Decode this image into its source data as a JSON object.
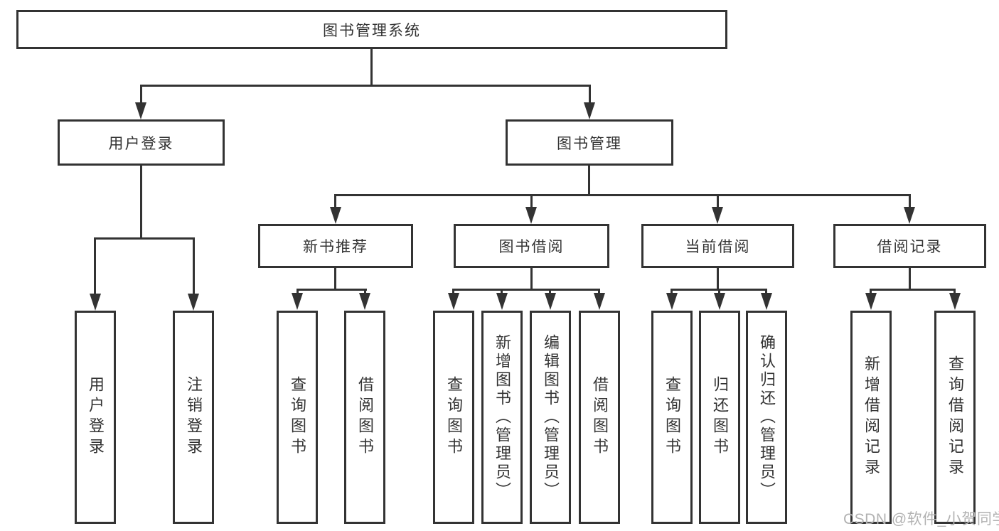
{
  "diagram": {
    "title": "图书管理系统",
    "root": {
      "label": "图书管理系统"
    },
    "level2": [
      {
        "label": "用户登录"
      },
      {
        "label": "图书管理"
      }
    ],
    "level3": [
      {
        "label": "新书推荐"
      },
      {
        "label": "图书借阅"
      },
      {
        "label": "当前借阅"
      },
      {
        "label": "借阅记录"
      }
    ],
    "leaves": [
      {
        "label": "用户登录",
        "parent": "用户登录"
      },
      {
        "label": "注销登录",
        "parent": "用户登录"
      },
      {
        "label": "查询图书",
        "parent": "新书推荐"
      },
      {
        "label": "借阅图书",
        "parent": "新书推荐"
      },
      {
        "label": "查询图书",
        "parent": "图书借阅"
      },
      {
        "label": "新增图书（管理员）",
        "parent": "图书借阅"
      },
      {
        "label": "编辑图书（管理员）",
        "parent": "图书借阅"
      },
      {
        "label": "借阅图书",
        "parent": "图书借阅"
      },
      {
        "label": "查询图书",
        "parent": "当前借阅"
      },
      {
        "label": "归还图书",
        "parent": "当前借阅"
      },
      {
        "label": "确认归还（管理员）",
        "parent": "当前借阅"
      },
      {
        "label": "新增借阅记录",
        "parent": "借阅记录"
      },
      {
        "label": "查询借阅记录",
        "parent": "借阅记录"
      }
    ],
    "colors": {
      "line": "#333333",
      "text": "#333333",
      "background": "#ffffff",
      "watermark": "#b2b2b2"
    }
  },
  "watermark": {
    "text": "CSDN @软件_小贺同学"
  }
}
